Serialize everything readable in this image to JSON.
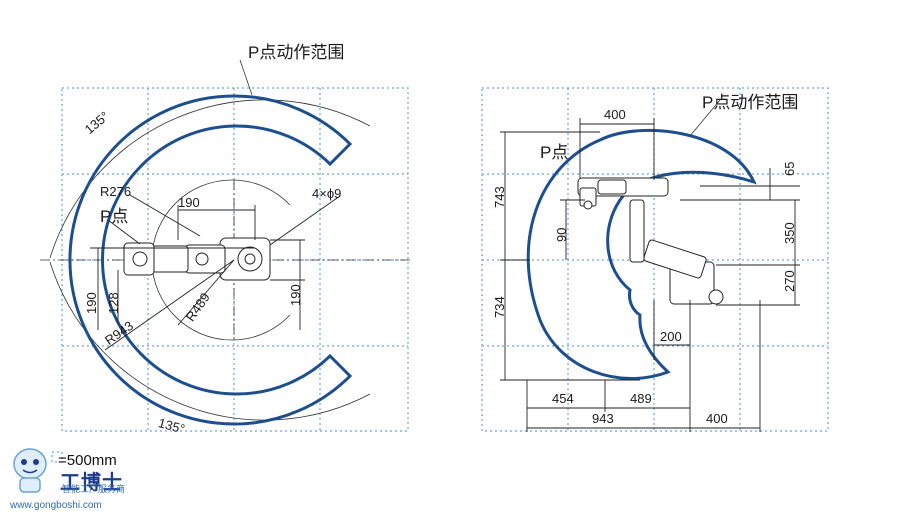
{
  "left_view": {
    "title": "P点动作范围",
    "angle_top": "135°",
    "angle_bottom": "135°",
    "r276": "R276",
    "p_point": "P点",
    "dim_190_top": "190",
    "holes": "4×ϕ9",
    "r489": "R489",
    "r943": "R943",
    "dim_190_left": "190",
    "dim_128": "128",
    "dim_190_right": "190"
  },
  "right_view": {
    "title": "P点动作范围",
    "p_point": "P点",
    "dim_400_top": "400",
    "dim_743": "743",
    "dim_90": "90",
    "dim_734": "734",
    "dim_65": "65",
    "dim_350": "350",
    "dim_270": "270",
    "dim_200": "200",
    "dim_454": "454",
    "dim_489": "489",
    "dim_943": "943",
    "dim_400_bottom": "400"
  },
  "legend": {
    "grid_scale": "=500mm"
  },
  "watermark": {
    "brand": "工博士",
    "subtitle": "智能工厂服务商",
    "url": "www.gongboshi.com"
  },
  "colors": {
    "range_curve": "#1d4f8f",
    "grid": "#6aa3d8",
    "brand": "#1b3d8c"
  }
}
